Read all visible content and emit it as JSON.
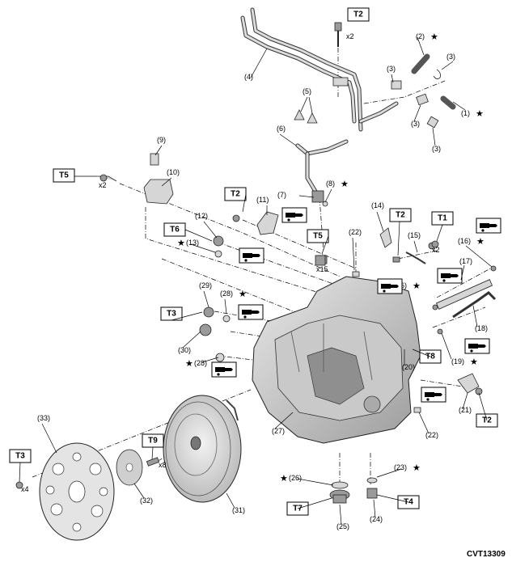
{
  "figure_code": "CVT13309",
  "star_glyph": "★",
  "torque_boxes": [
    {
      "id": "t2-top",
      "label": "T2",
      "qty": "x2"
    },
    {
      "id": "t5-left",
      "label": "T5",
      "qty": "x2"
    },
    {
      "id": "t2-mid",
      "label": "T2",
      "qty": ""
    },
    {
      "id": "t6",
      "label": "T6",
      "qty": ""
    },
    {
      "id": "t5-mid",
      "label": "T5",
      "qty": "x15"
    },
    {
      "id": "t2-right",
      "label": "T2",
      "qty": ""
    },
    {
      "id": "t1",
      "label": "T1",
      "qty": "x2"
    },
    {
      "id": "t3-mid",
      "label": "T3",
      "qty": ""
    },
    {
      "id": "t8",
      "label": "T8",
      "qty": ""
    },
    {
      "id": "t9",
      "label": "T9",
      "qty": "x8"
    },
    {
      "id": "t3-left",
      "label": "T3",
      "qty": "x4"
    },
    {
      "id": "t2-low",
      "label": "T2",
      "qty": ""
    },
    {
      "id": "t7",
      "label": "T7",
      "qty": ""
    },
    {
      "id": "t4",
      "label": "T4",
      "qty": ""
    }
  ],
  "callouts": [
    {
      "id": "c1",
      "text": "(1)",
      "star": true
    },
    {
      "id": "c2",
      "text": "(2)",
      "star": true
    },
    {
      "id": "c3a",
      "text": "(3)",
      "star": false
    },
    {
      "id": "c3b",
      "text": "(3)",
      "star": false
    },
    {
      "id": "c3c",
      "text": "(3)",
      "star": false
    },
    {
      "id": "c3d",
      "text": "(3)",
      "star": false
    },
    {
      "id": "c4",
      "text": "(4)",
      "star": false
    },
    {
      "id": "c5",
      "text": "(5)",
      "star": false
    },
    {
      "id": "c6",
      "text": "(6)",
      "star": false
    },
    {
      "id": "c7",
      "text": "(7)",
      "star": false
    },
    {
      "id": "c8",
      "text": "(8)",
      "star": true
    },
    {
      "id": "c9",
      "text": "(9)",
      "star": false
    },
    {
      "id": "c10",
      "text": "(10)",
      "star": false
    },
    {
      "id": "c11",
      "text": "(11)",
      "star": false
    },
    {
      "id": "c12",
      "text": "(12)",
      "star": false
    },
    {
      "id": "c13",
      "text": "(13)",
      "star": true
    },
    {
      "id": "c14",
      "text": "(14)",
      "star": false
    },
    {
      "id": "c15",
      "text": "(15)",
      "star": false
    },
    {
      "id": "c16a",
      "text": "(16)",
      "star": true
    },
    {
      "id": "c16b",
      "text": "(16)",
      "star": true
    },
    {
      "id": "c17",
      "text": "(17)",
      "star": false
    },
    {
      "id": "c18",
      "text": "(18)",
      "star": false
    },
    {
      "id": "c19",
      "text": "(19)",
      "star": true
    },
    {
      "id": "c20",
      "text": "(20)",
      "star": false
    },
    {
      "id": "c21",
      "text": "(21)",
      "star": false
    },
    {
      "id": "c22a",
      "text": "(22)",
      "star": false
    },
    {
      "id": "c22b",
      "text": "(22)",
      "star": false
    },
    {
      "id": "c23",
      "text": "(23)",
      "star": true
    },
    {
      "id": "c24",
      "text": "(24)",
      "star": false
    },
    {
      "id": "c25",
      "text": "(25)",
      "star": false
    },
    {
      "id": "c26",
      "text": "(26)",
      "star": true
    },
    {
      "id": "c27",
      "text": "(27)",
      "star": false
    },
    {
      "id": "c28a",
      "text": "(28)",
      "star": true
    },
    {
      "id": "c28b",
      "text": "(28)",
      "star": true
    },
    {
      "id": "c29",
      "text": "(29)",
      "star": false
    },
    {
      "id": "c30",
      "text": "(30)",
      "star": false
    },
    {
      "id": "c31",
      "text": "(31)",
      "star": false
    },
    {
      "id": "c32",
      "text": "(32)",
      "star": false
    },
    {
      "id": "c33",
      "text": "(33)",
      "star": false
    }
  ],
  "fluid_icons": [
    "fluid-icon-8",
    "fluid-icon-13",
    "fluid-icon-16top",
    "fluid-icon-16mid",
    "fluid-icon-28",
    "fluid-icon-28low",
    "fluid-icon-19",
    "fluid-icon-ls",
    "fluid-icon-low"
  ]
}
